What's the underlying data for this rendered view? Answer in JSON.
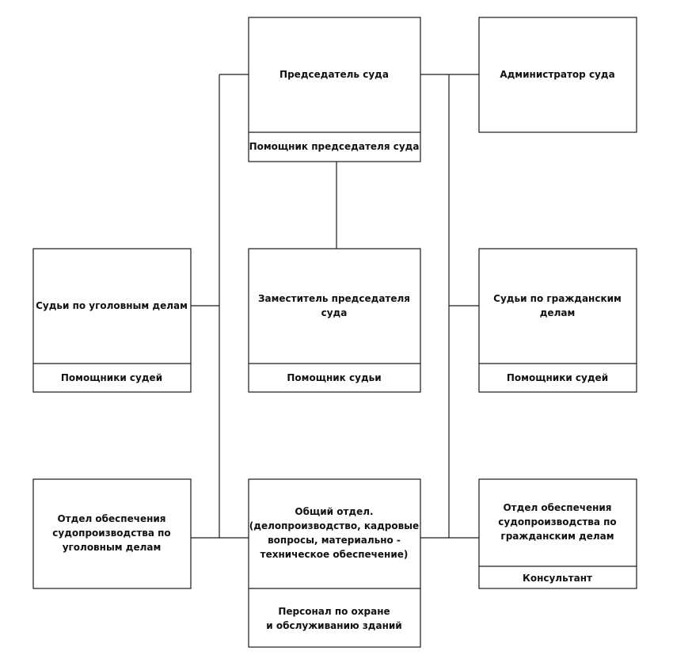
{
  "org_chart": {
    "chairman": "Председатель  суда",
    "chairman_assistant": "Помощник председателя суда",
    "administrator": "Администратор суда",
    "criminal_judges": "Судьи по уголовным делам",
    "criminal_judges_assistants": "Помощники судей",
    "deputy_chairman": [
      "Заместитель председателя",
      "суда"
    ],
    "deputy_assistant": "Помощник судьи",
    "civil_judges": [
      "Судьи по гражданским",
      "делам"
    ],
    "civil_judges_assistants": "Помощники судей",
    "criminal_department": [
      "Отдел обеспечения",
      "судопроизводства по",
      "уголовным  делам"
    ],
    "general_department": [
      "Общий отдел.",
      "(делопроизводство, кадровые",
      "вопросы, материально -",
      "техническое обеспечение)"
    ],
    "security_staff": [
      "Персонал по охране",
      "и обслуживанию зданий"
    ],
    "civil_department": [
      "Отдел обеспечения",
      "судопроизводства по",
      "гражданским  делам"
    ],
    "consultant": "Консультант"
  }
}
